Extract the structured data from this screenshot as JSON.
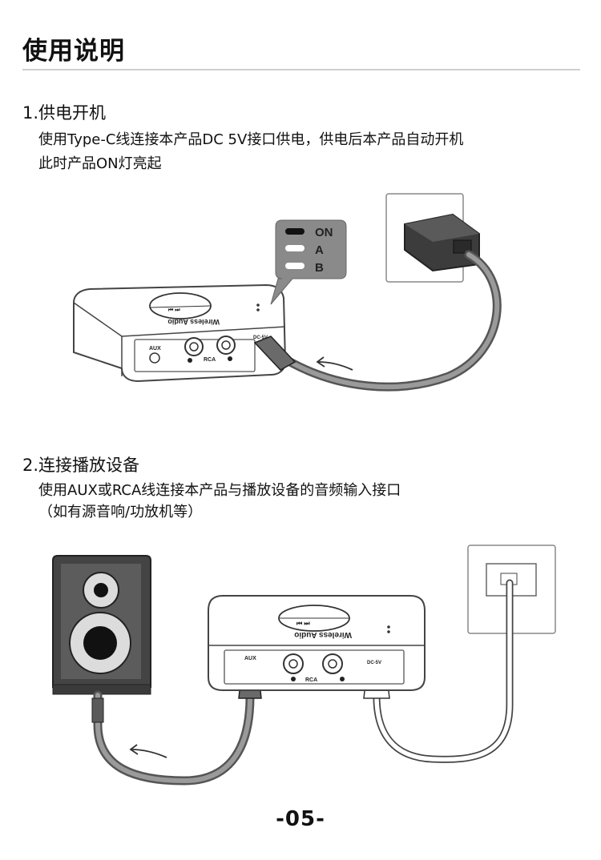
{
  "page": {
    "title": "使用说明",
    "number": "-05-"
  },
  "steps": [
    {
      "heading": "1.供电开机",
      "lines": [
        "使用Type-C线连接本产品DC 5V接口供电，供电后本产品自动开机",
        "此时产品ON灯亮起"
      ]
    },
    {
      "heading": "2.连接播放设备",
      "lines": [
        "使用AUX或RCA线连接本产品与播放设备的音频输入接口",
        "（如有源音响/功放机等）"
      ]
    }
  ],
  "figure1": {
    "indicator_labels": [
      "ON",
      "A",
      "B"
    ],
    "device_brand": "Wireless Audio",
    "port_aux": "AUX",
    "port_rca": "RCA",
    "port_dc": "DC-5V"
  },
  "figure2": {
    "device_brand": "Wireless Audio",
    "port_aux": "AUX",
    "port_rca": "RCA",
    "port_dc": "DC-5V"
  }
}
